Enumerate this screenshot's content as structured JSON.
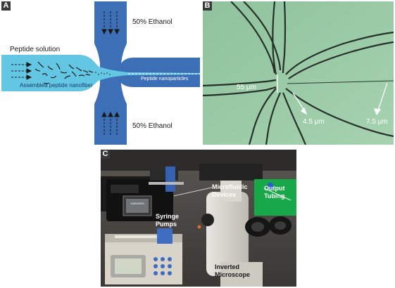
{
  "panel_a": {
    "tag": "A",
    "label_peptide_solution": "Peptide solution",
    "label_ethanol_top": "50% Ethanol",
    "label_ethanol_bottom": "50% Ethanol",
    "label_assembled": "Assembled peptide nanofiber",
    "label_nanoparticles": "Peptide nanoparticles"
  },
  "panel_b": {
    "tag": "B",
    "label_55": "55 μm",
    "label_45": "4.5 μm",
    "label_75": "7.5 μm"
  },
  "panel_c": {
    "tag": "C",
    "label_microfluidic": "Microfluidic\nDevices",
    "label_output": "Output\nTubing",
    "label_syringe": "Syringe\nPumps",
    "label_microscope": "Inverted\nMicroscope",
    "pump_brand": "HARVARD"
  },
  "colors": {
    "channel_blue": "#3d6fb6",
    "peptide_cyan": "#63c7e3",
    "microscope_green": "#9dcca9",
    "tubing_green": "#18a84a"
  }
}
